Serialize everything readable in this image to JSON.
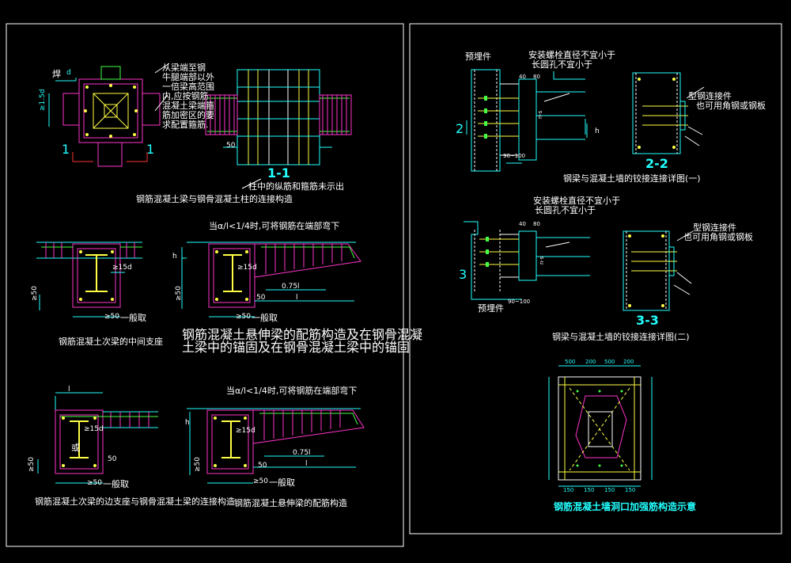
{
  "left": {
    "fig1": {
      "note_lines": [
        "从梁端至钢",
        "牛腿端部以外",
        "一倍梁高范围",
        "内,应按钢筋",
        "混凝土梁端箍",
        "筋加密区的要",
        "求配置箍筋."
      ],
      "weld_label": "焊",
      "d_label": "d",
      "dim_label": "≥1.5d",
      "cut_label_left": "1",
      "cut_label_right": "1",
      "dim_50": "50",
      "section_label": "1-1",
      "section_note": "柱中的纵筋和箍筋未示出",
      "caption": "钢筋混凝土梁与钢骨混凝土柱的连接构造"
    },
    "fig2": {
      "dim_15d": "≥15d",
      "dim_50_left": "≥50",
      "dim_50_bottom": "≥50",
      "general_label": "一般取",
      "caption": "钢筋混凝土次梁的中间支座"
    },
    "fig3": {
      "top_note": "当α/l<1/4时,可将钢筋在端部弯下",
      "dim_15d": "≥15d",
      "dim_h": "h",
      "dim_075": "0.75l",
      "dim_l": "l",
      "dim_50": "≥50",
      "dim_50_bottom": "≥50",
      "general_label": "一般取",
      "dim_50_small": "50"
    },
    "main_title_line1": "钢筋混凝土悬伸梁的配筋构造及在钢骨混凝",
    "main_title_line2": "土梁中的锚固及在钢骨混凝土梁中的锚固",
    "fig4": {
      "dim_la": "l",
      "dim_15d": "≥15d",
      "or_label": "或",
      "dim_50": "≥50",
      "dim_50_bottom": "≥50",
      "dim_50_small": "50",
      "general_label": "一般取",
      "caption": "钢筋混凝土次梁的边支座与钢骨混凝土梁的连接构造"
    },
    "fig5": {
      "top_note": "当α/l<1/4时,可将钢筋在端部弯下",
      "dim_15d": "≥15d",
      "dim_h": "h",
      "dim_075": "0.75l",
      "dim_l": "l",
      "dim_50": "≥50",
      "dim_50_bottom": "≥50",
      "dim_50_small": "50",
      "general_label": "一般取",
      "caption": "钢筋混凝土悬伸梁的配筋构造"
    }
  },
  "right": {
    "fig6": {
      "embed_label": "预埋件",
      "bolt_note_line1": "安装螺栓直径不宜小于",
      "bolt_note_line2": "长圆孔不宜小于",
      "dim_40": "40",
      "dim_80": "80",
      "dim_ns": "n·s",
      "dim_hf": "h",
      "dim_90_100": "90~100",
      "cut_label": "2",
      "section_label": "2-2",
      "connector_line1": "型钢连接件",
      "connector_line2": "也可用角钢或钢板",
      "caption": "钢梁与混凝土墙的铰接连接详图(一)"
    },
    "fig7": {
      "embed_label": "预埋件",
      "bolt_note_line1": "安装螺栓直径不宜小于",
      "bolt_note_line2": "长圆孔不宜小于",
      "dim_40": "40",
      "dim_80": "80",
      "dim_ns": "n·s",
      "dim_90_100": "90~100",
      "cut_label": "3",
      "section_label": "3-3",
      "connector_line1": "型钢连接件",
      "connector_line2": "也可用角钢或钢板",
      "caption": "钢梁与混凝土墙的铰接连接详图(二)"
    },
    "fig8": {
      "dims_top": [
        "500",
        "200",
        "500",
        "200"
      ],
      "dims_bottom": [
        "150",
        "150",
        "150",
        "150"
      ],
      "caption": "钢筋混凝土墙洞口加强筋构造示意"
    }
  },
  "colors": {
    "background": "#000000",
    "frame": "#ffffff",
    "concrete": "#ff33cc",
    "steel": "#ffff44",
    "rebar": "#33ff33",
    "dim": "#33ffff",
    "caption_cyan": "#22ffff"
  }
}
